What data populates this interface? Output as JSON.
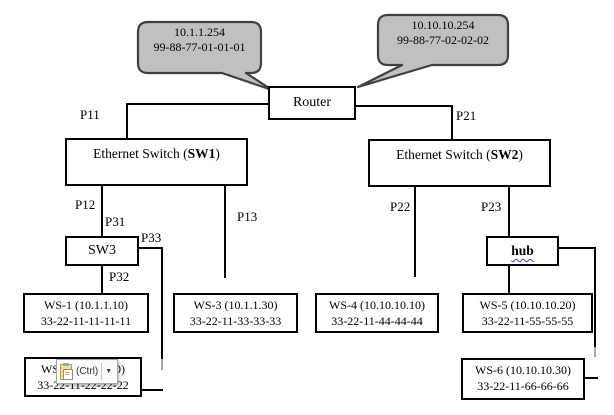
{
  "callouts": {
    "left": {
      "line1": "10.1.1.254",
      "line2": "99-88-77-01-01-01"
    },
    "right": {
      "line1": "10.10.10.254",
      "line2": "99-88-77-02-02-02"
    }
  },
  "nodes": {
    "router": {
      "label": "Router"
    },
    "sw1": {
      "prefix": "Ethernet Switch (",
      "bold": "SW1",
      "suffix": ")"
    },
    "sw2": {
      "prefix": "Ethernet Switch (",
      "bold": "SW2",
      "suffix": ")"
    },
    "sw3": {
      "label": "SW3"
    },
    "hub": {
      "label": "hub"
    },
    "ws1": {
      "line1": "WS-1 (10.1.1.10)",
      "line2": "33-22-11-11-11-11"
    },
    "ws2": {
      "line1": "WS-2 (10.1.1.20)",
      "line2": "33-22-11-22-22-22"
    },
    "ws3": {
      "line1": "WS-3 (10.1.1.30)",
      "line2": "33-22-11-33-33-33"
    },
    "ws4": {
      "line1": "WS-4 (10.10.10.10)",
      "line2": "33-22-11-44-44-44"
    },
    "ws5": {
      "line1": "WS-5 (10.10.10.20)",
      "line2": "33-22-11-55-55-55"
    },
    "ws6": {
      "line1": "WS-6 (10.10.10.30)",
      "line2": "33-22-11-66-66-66"
    }
  },
  "ports": {
    "p11": "P11",
    "p21": "P21",
    "p12": "P12",
    "p13": "P13",
    "p22": "P22",
    "p23": "P23",
    "p31": "P31",
    "p32": "P32",
    "p33": "P33"
  },
  "paste_button": {
    "label": "(Ctrl)",
    "arrow": "▼"
  },
  "colors": {
    "callout_fill": "#c0c0c0",
    "callout_border": "#404040",
    "line": "#000000",
    "hub_underline": "#3b3bd6"
  }
}
